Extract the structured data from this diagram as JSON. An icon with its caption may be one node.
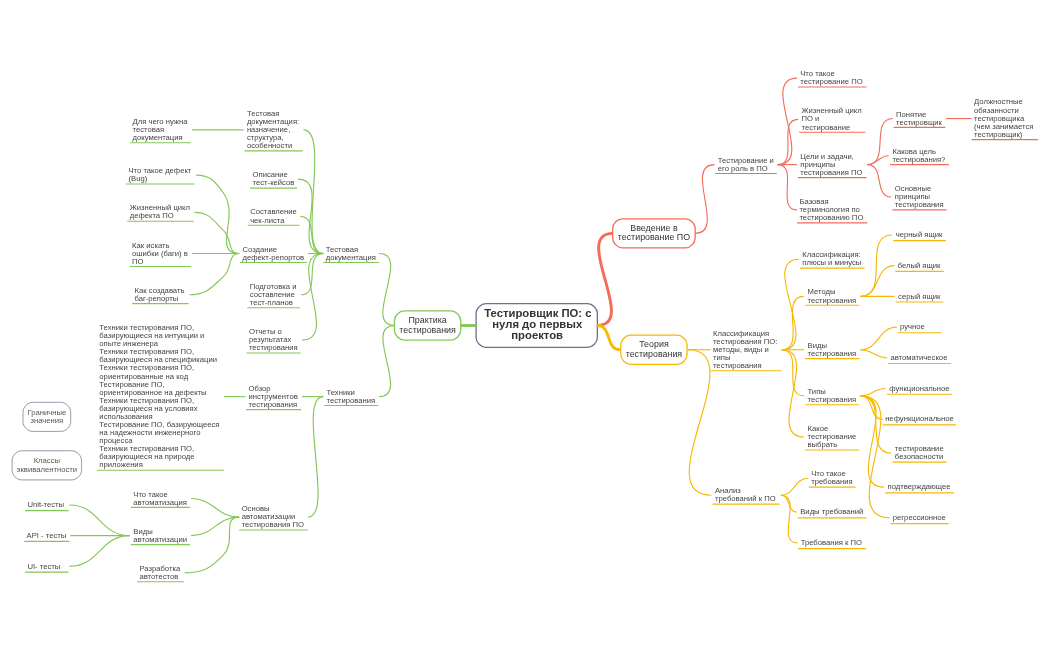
{
  "diagram": {
    "nodes": [
      {
        "text": [
          "Тестировщик ПО: с нуля до первых проектов"
        ]
      },
      {
        "text": [
          "Введение в тестирование ПО"
        ]
      },
      {
        "text": [
          "Тестирование и его роль в ПО"
        ]
      },
      {
        "text": [
          "Что такое тестирование ПО"
        ]
      },
      {
        "text": [
          "Жизненный цикл ПО и тестирование"
        ]
      },
      {
        "text": [
          "Цели и задачи, принципы тестирования ПО"
        ]
      },
      {
        "text": [
          "Понятие тестировщик"
        ]
      },
      {
        "text": [
          "Должностные обязанности тестировщика (чем занимается тестировщик)"
        ]
      },
      {
        "text": [
          "Какова цель тестирования?"
        ]
      },
      {
        "text": [
          "Основные принципы тестирования"
        ]
      },
      {
        "text": [
          "Базовая терминология по тестированию ПО"
        ]
      },
      {
        "text": [
          "Теория тестирования"
        ]
      },
      {
        "text": [
          "Классификация тестирования ПО: методы, виды и типы тестирования"
        ]
      },
      {
        "text": [
          "Классификация: плюсы и минусы"
        ]
      },
      {
        "text": [
          "Методы тестирования"
        ]
      },
      {
        "text": [
          "черный ящик"
        ]
      },
      {
        "text": [
          "белый ящик"
        ]
      },
      {
        "text": [
          "серый ящик"
        ]
      },
      {
        "text": [
          "Виды тестирования"
        ]
      },
      {
        "text": [
          "ручное"
        ]
      },
      {
        "text": [
          "автоматическое"
        ]
      },
      {
        "text": [
          "Типы тестирования"
        ]
      },
      {
        "text": [
          "функциональное"
        ]
      },
      {
        "text": [
          "нефункциональное"
        ]
      },
      {
        "text": [
          "тестирование безопасности"
        ]
      },
      {
        "text": [
          "подтверждающее"
        ]
      },
      {
        "text": [
          "регрессионное"
        ]
      },
      {
        "text": [
          "Какое тестирование выбрать"
        ]
      },
      {
        "text": [
          "Анализ требований к ПО"
        ]
      },
      {
        "text": [
          "Что такое требования"
        ]
      },
      {
        "text": [
          "Виды требований"
        ]
      },
      {
        "text": [
          "Требования к ПО"
        ]
      },
      {
        "text": [
          "Практика тестирования"
        ]
      },
      {
        "text": [
          "Тестовая документация"
        ]
      },
      {
        "text": [
          "Тестовая документация: назначение, структура, особенности"
        ]
      },
      {
        "text": [
          "Для чего нужна тестовая документация"
        ]
      },
      {
        "text": [
          "Описание тест-кейсов"
        ]
      },
      {
        "text": [
          "Составление чек-листа"
        ]
      },
      {
        "text": [
          "Создание дефект-репортов"
        ]
      },
      {
        "text": [
          "Что такое дефект (Bug)"
        ]
      },
      {
        "text": [
          "Жизненный цикл дефекта ПО"
        ]
      },
      {
        "text": [
          "Как искать ошибки (баги) в ПО"
        ]
      },
      {
        "text": [
          "Как создавать баг-репорты"
        ]
      },
      {
        "text": [
          "Подготовка и составление тест-планов"
        ]
      },
      {
        "text": [
          "Отчеты о результатах тестирования"
        ]
      },
      {
        "text": [
          "Техники тестирования"
        ]
      },
      {
        "text": [
          "Обзор инструментов тестирования"
        ]
      },
      {
        "text": [
          "Техники тестирования ПО, базирующиеся на интуиции и опыте инженера",
          "Техники тестирования ПО, базирующиеся на спецификации",
          "Техники тестирования ПО, ориентированные на код",
          "Тестирование ПО, ориентированное на дефекты",
          "Техники тестирования ПО, базирующиеся на условиях использования",
          "Тестирование ПО, базирующееся на надежности инженерного процесса",
          "Техники тестирования ПО, базирующиеся на природе приложения"
        ]
      },
      {
        "text": [
          "Основы автоматизации тестирования ПО"
        ]
      },
      {
        "text": [
          "Что такое автоматизация"
        ]
      },
      {
        "text": [
          "Виды автоматизации"
        ]
      },
      {
        "text": [
          "Unit-тесты"
        ]
      },
      {
        "text": [
          "API - тесты"
        ]
      },
      {
        "text": [
          "UI- тесты"
        ]
      },
      {
        "text": [
          "Разработка автотестов"
        ]
      },
      {
        "text": [
          "Классы эквивалентности"
        ]
      },
      {
        "text": [
          "Граничные значения"
        ]
      }
    ],
    "edges": [
      {
        "from": 0,
        "to": 1,
        "arrow": "none",
        "style": "thick",
        "color": "#f46b5a"
      },
      {
        "from": 1,
        "to": 2,
        "arrow": "none",
        "color": "#f46b5a"
      },
      {
        "from": 2,
        "to": 3,
        "arrow": "none",
        "color": "#f46b5a"
      },
      {
        "from": 2,
        "to": 4,
        "arrow": "none",
        "color": "#f46b5a"
      },
      {
        "from": 2,
        "to": 5,
        "arrow": "none",
        "color": "#f46b5a"
      },
      {
        "from": 5,
        "to": 6,
        "arrow": "none",
        "color": "#f46b5a"
      },
      {
        "from": 6,
        "to": 7,
        "arrow": "none",
        "color": "#f46b5a"
      },
      {
        "from": 5,
        "to": 8,
        "arrow": "none",
        "color": "#f46b5a"
      },
      {
        "from": 5,
        "to": 9,
        "arrow": "none",
        "color": "#f46b5a"
      },
      {
        "from": 2,
        "to": 10,
        "arrow": "none",
        "color": "#f46b5a"
      },
      {
        "from": 0,
        "to": 11,
        "arrow": "none",
        "style": "thick",
        "color": "#f8b700"
      },
      {
        "from": 11,
        "to": 12,
        "arrow": "none",
        "color": "#f8b700"
      },
      {
        "from": 12,
        "to": 13,
        "arrow": "none",
        "color": "#f8b700"
      },
      {
        "from": 12,
        "to": 14,
        "arrow": "none",
        "color": "#f8b700"
      },
      {
        "from": 14,
        "to": 15,
        "arrow": "none",
        "color": "#f8b700"
      },
      {
        "from": 14,
        "to": 16,
        "arrow": "none",
        "color": "#f8b700"
      },
      {
        "from": 14,
        "to": 17,
        "arrow": "none",
        "color": "#f8b700"
      },
      {
        "from": 12,
        "to": 18,
        "arrow": "none",
        "color": "#f8b700"
      },
      {
        "from": 18,
        "to": 19,
        "arrow": "none",
        "color": "#f8b700"
      },
      {
        "from": 18,
        "to": 20,
        "arrow": "none",
        "color": "#f8b700"
      },
      {
        "from": 12,
        "to": 21,
        "arrow": "none",
        "color": "#f8b700"
      },
      {
        "from": 21,
        "to": 22,
        "arrow": "none",
        "color": "#f8b700"
      },
      {
        "from": 21,
        "to": 23,
        "arrow": "none",
        "color": "#f8b700"
      },
      {
        "from": 21,
        "to": 24,
        "arrow": "none",
        "color": "#f8b700"
      },
      {
        "from": 21,
        "to": 25,
        "arrow": "none",
        "color": "#f8b700"
      },
      {
        "from": 21,
        "to": 26,
        "arrow": "none",
        "color": "#f8b700"
      },
      {
        "from": 12,
        "to": 27,
        "arrow": "none",
        "color": "#f8b700"
      },
      {
        "from": 11,
        "to": 28,
        "arrow": "none",
        "color": "#f8b700"
      },
      {
        "from": 28,
        "to": 29,
        "arrow": "none",
        "color": "#f8b700"
      },
      {
        "from": 28,
        "to": 30,
        "arrow": "none",
        "color": "#f8b700"
      },
      {
        "from": 28,
        "to": 31,
        "arrow": "none",
        "color": "#f8b700"
      },
      {
        "from": 0,
        "to": 32,
        "arrow": "none",
        "style": "thick"
      },
      {
        "from": 32,
        "to": 33,
        "arrow": "none"
      },
      {
        "from": 33,
        "to": 34,
        "arrow": "none"
      },
      {
        "from": 34,
        "to": 35,
        "arrow": "none"
      },
      {
        "from": 33,
        "to": 36,
        "arrow": "none"
      },
      {
        "from": 33,
        "to": 37,
        "arrow": "none"
      },
      {
        "from": 33,
        "to": 38,
        "arrow": "none"
      },
      {
        "from": 38,
        "to": 39,
        "arrow": "none"
      },
      {
        "from": 38,
        "to": 40,
        "arrow": "none"
      },
      {
        "from": 38,
        "to": 41,
        "arrow": "none"
      },
      {
        "from": 38,
        "to": 42,
        "arrow": "none"
      },
      {
        "from": 33,
        "to": 43,
        "arrow": "none"
      },
      {
        "from": 33,
        "to": 44,
        "arrow": "none"
      },
      {
        "from": 32,
        "to": 45,
        "arrow": "none"
      },
      {
        "from": 45,
        "to": 46,
        "arrow": "none"
      },
      {
        "from": 46,
        "to": 47,
        "arrow": "none"
      },
      {
        "from": 45,
        "to": 48,
        "arrow": "none"
      },
      {
        "from": 48,
        "to": 49,
        "arrow": "none"
      },
      {
        "from": 48,
        "to": 50,
        "arrow": "none"
      },
      {
        "from": 50,
        "to": 51,
        "arrow": "none"
      },
      {
        "from": 50,
        "to": 52,
        "arrow": "none"
      },
      {
        "from": 50,
        "to": 53,
        "arrow": "none"
      },
      {
        "from": 48,
        "to": 54,
        "arrow": "none"
      }
    ]
  }
}
